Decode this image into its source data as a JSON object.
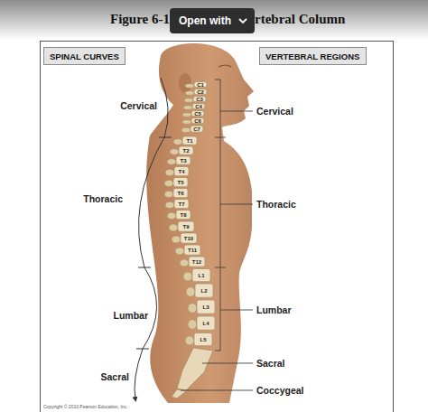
{
  "diagram": {
    "nodes": [
      {
        "text": [
          "Open with"
        ]
      },
      {
        "text": [
          "SPINAL CURVES"
        ]
      },
      {
        "text": [
          "VERTEBRAL REGIONS"
        ]
      }
    ],
    "labels": [
      "Figure 6-1",
      "rtebral Column",
      "Cervical",
      "Thoracic",
      "Lumbar",
      "Sacral",
      "C1",
      "C2",
      "C3",
      "C4",
      "C5",
      "C6",
      "C7",
      "T1",
      "T2",
      "T3",
      "T4",
      "T5",
      "T6",
      "T7",
      "T8",
      "T9",
      "T10",
      "T11",
      "T12",
      "L1",
      "L2",
      "L3",
      "L4",
      "L5",
      "Cervical",
      "Thoracic",
      "Lumbar",
      "Sacral",
      "Coccygeal",
      "Copyright © 2010 Pearson Education, Inc."
    ]
  }
}
